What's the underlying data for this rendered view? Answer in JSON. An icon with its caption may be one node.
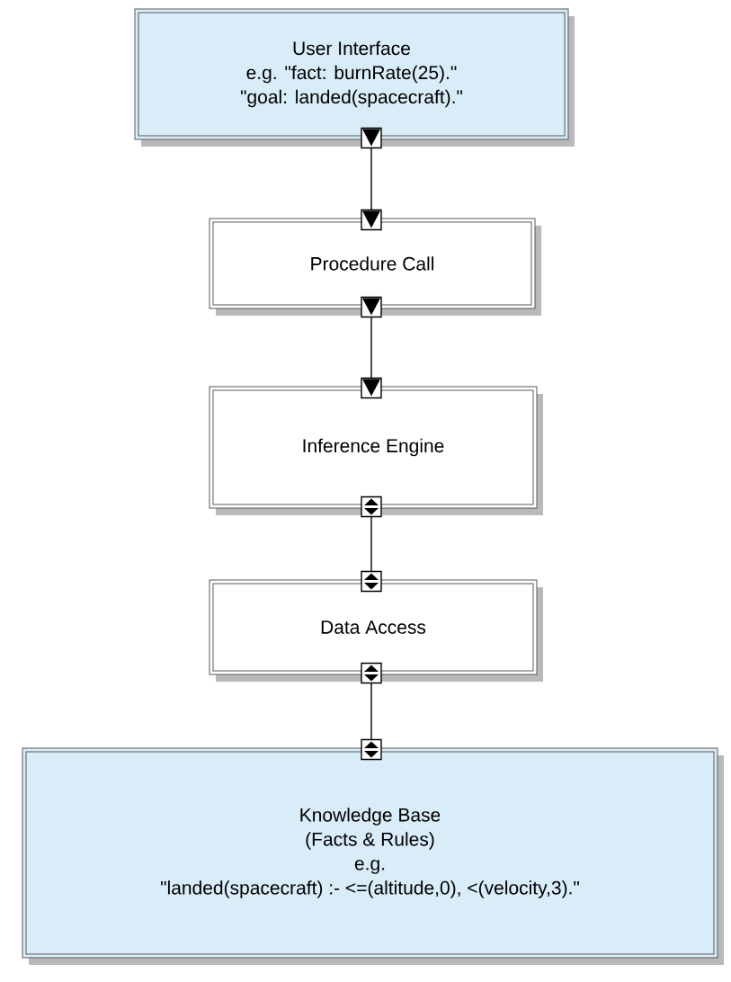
{
  "diagram": {
    "nodes": [
      {
        "text": [
          "User Interface",
          "e.g. \"fact: burnRate(25).\"",
          "\"goal: landed(spacecraft).\""
        ]
      },
      {
        "text": [
          "Procedure Call"
        ]
      },
      {
        "text": [
          "Inference Engine"
        ]
      },
      {
        "text": [
          "Data Access"
        ]
      },
      {
        "text": [
          "Knowledge Base",
          "(Facts & Rules)",
          "e.g.",
          "\"landed(spacecraft) :- <=(altitude,0), <(velocity,3).\""
        ]
      }
    ],
    "edges": [
      {
        "from": 0,
        "to": 1,
        "arrow": "to"
      },
      {
        "from": 1,
        "to": 2,
        "arrow": "to"
      },
      {
        "from": 2,
        "to": 3,
        "arrow": "both"
      },
      {
        "from": 3,
        "to": 4,
        "arrow": "both"
      }
    ]
  }
}
